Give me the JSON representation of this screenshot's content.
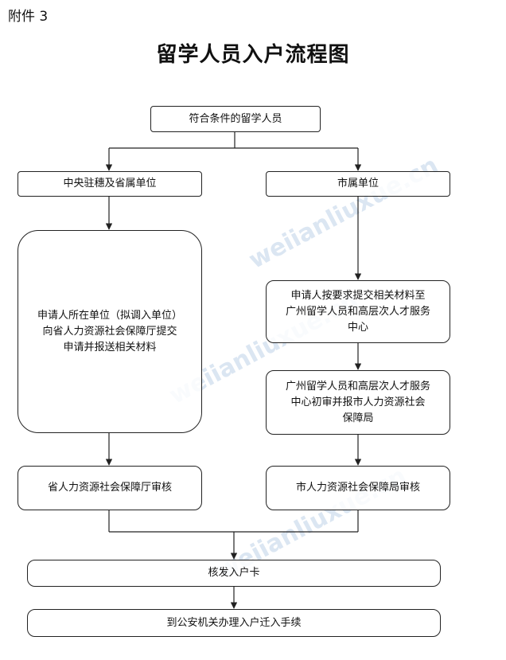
{
  "header": {
    "attachment_label": "附件 3",
    "title": "留学人员入户流程图"
  },
  "flow": {
    "start": "符合条件的留学人员",
    "left": {
      "branch": "中央驻穗及省属单位",
      "submit": "申请人所在单位（拟调入单位）\n向省人力资源社会保障厅提交\n申请并报送相关材料",
      "review": "省人力资源社会保障厅审核"
    },
    "right": {
      "branch": "市属单位",
      "submit": "申请人按要求提交相关材料至\n广州留学人员和高层次人才服务\n中心",
      "initial_review": "广州留学人员和高层次人才服务\n中心初审并报市人力资源社会\n保障局",
      "review": "市人力资源社会保障局审核"
    },
    "issue_card": "核发入户卡",
    "final": "到公安机关办理入户迁入手续"
  },
  "watermark": {
    "text": "weiianliuxue.cn",
    "color": "#dbe6f2"
  }
}
